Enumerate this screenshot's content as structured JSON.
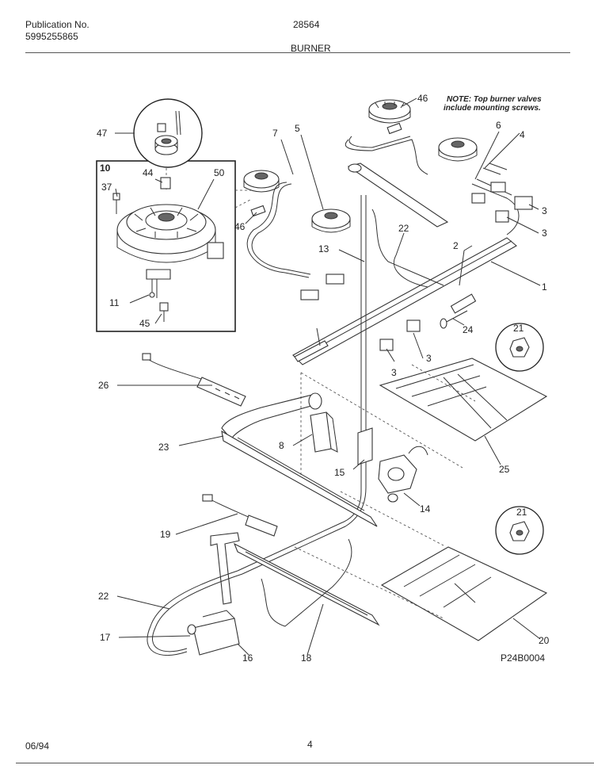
{
  "header": {
    "publication_label": "Publication No.",
    "publication_number": "5995255865",
    "model_number": "28564",
    "section_title": "BURNER"
  },
  "note": {
    "line1": "NOTE: Top burner valves",
    "line2": "include mounting screws."
  },
  "callouts": {
    "p1": "1",
    "p2": "2",
    "p3a": "3",
    "p3b": "3",
    "p3c": "3",
    "p3d": "3",
    "p4": "4",
    "p5": "5",
    "p6": "6",
    "p7": "7",
    "p8": "8",
    "p10": "10",
    "p11": "11",
    "p13": "13",
    "p14": "14",
    "p15": "15",
    "p16": "16",
    "p17": "17",
    "p18": "18",
    "p19": "19",
    "p20": "20",
    "p21a": "21",
    "p21b": "21",
    "p22a": "22",
    "p22b": "22",
    "p23": "23",
    "p24": "24",
    "p25": "25",
    "p26": "26",
    "p37": "37",
    "p44": "44",
    "p45": "45",
    "p46a": "46",
    "p46b": "46",
    "p47": "47",
    "p50": "50"
  },
  "drawing_id": "P24B0004",
  "footer": {
    "date": "06/94",
    "page": "4"
  }
}
